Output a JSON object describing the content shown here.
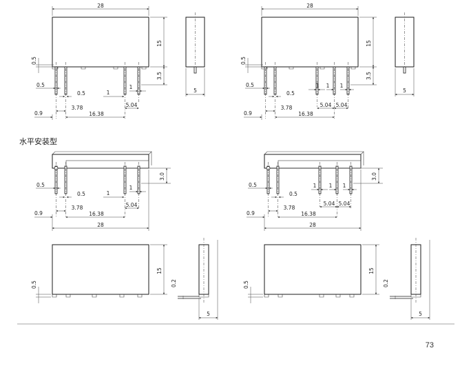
{
  "dims": {
    "length": "28",
    "height": "15",
    "width": "5",
    "pin_protrusion": "3.5",
    "pin_protrusion_horizontal": "3.0",
    "pin_pos_offset": "0.5",
    "pin_thickness": "0.5",
    "pin_gap": "0.5",
    "pin_gap_small": "1",
    "pin_pitch_small": "1",
    "edge_offset": "0.9",
    "pitch_a": "3.78",
    "pitch_b": "16.38",
    "pitch_c": "5.04",
    "base_gap": "0.2"
  },
  "section_title": "水平安装型",
  "page_number": "73"
}
